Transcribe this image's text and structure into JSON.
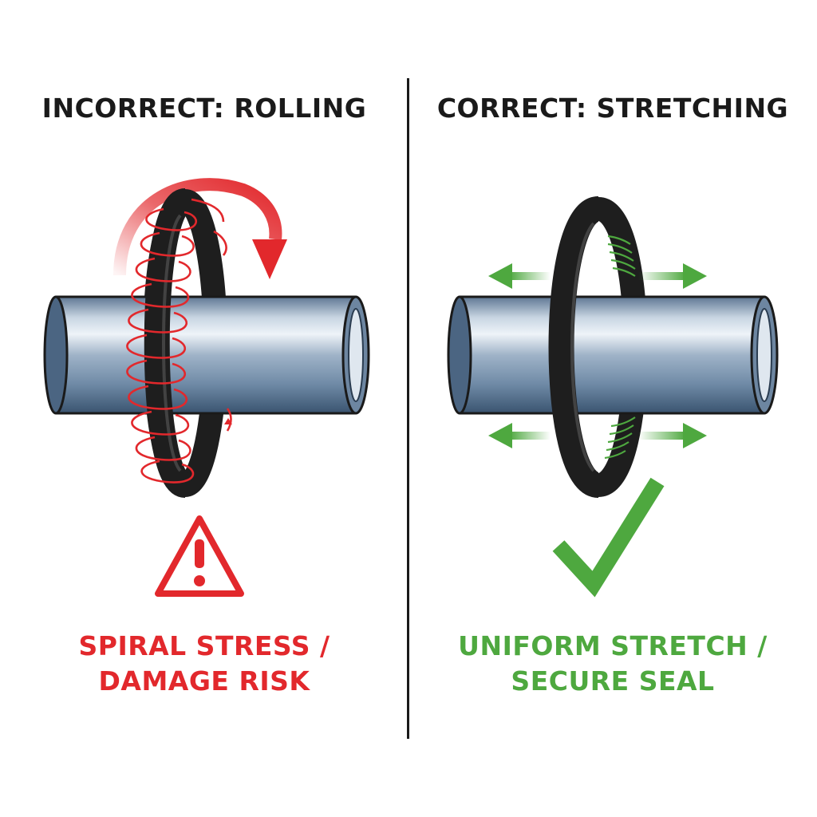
{
  "colors": {
    "incorrect": "#e2282c",
    "correct": "#4ea83f",
    "rod_light": "#dbe4ee",
    "rod_mid": "#8fa7c0",
    "rod_dark": "#3f5a78",
    "oring": "#1e1e1e",
    "divider": "#1a1a1a"
  },
  "incorrect": {
    "heading": "INCORRECT: ROLLING",
    "caption_line1": "SPIRAL STRESS /",
    "caption_line2": "DAMAGE RISK",
    "icon": "warning-triangle-icon"
  },
  "correct": {
    "heading": "CORRECT: STRETCHING",
    "caption_line1": "UNIFORM STRETCH /",
    "caption_line2": "SECURE SEAL",
    "icon": "checkmark-icon"
  }
}
